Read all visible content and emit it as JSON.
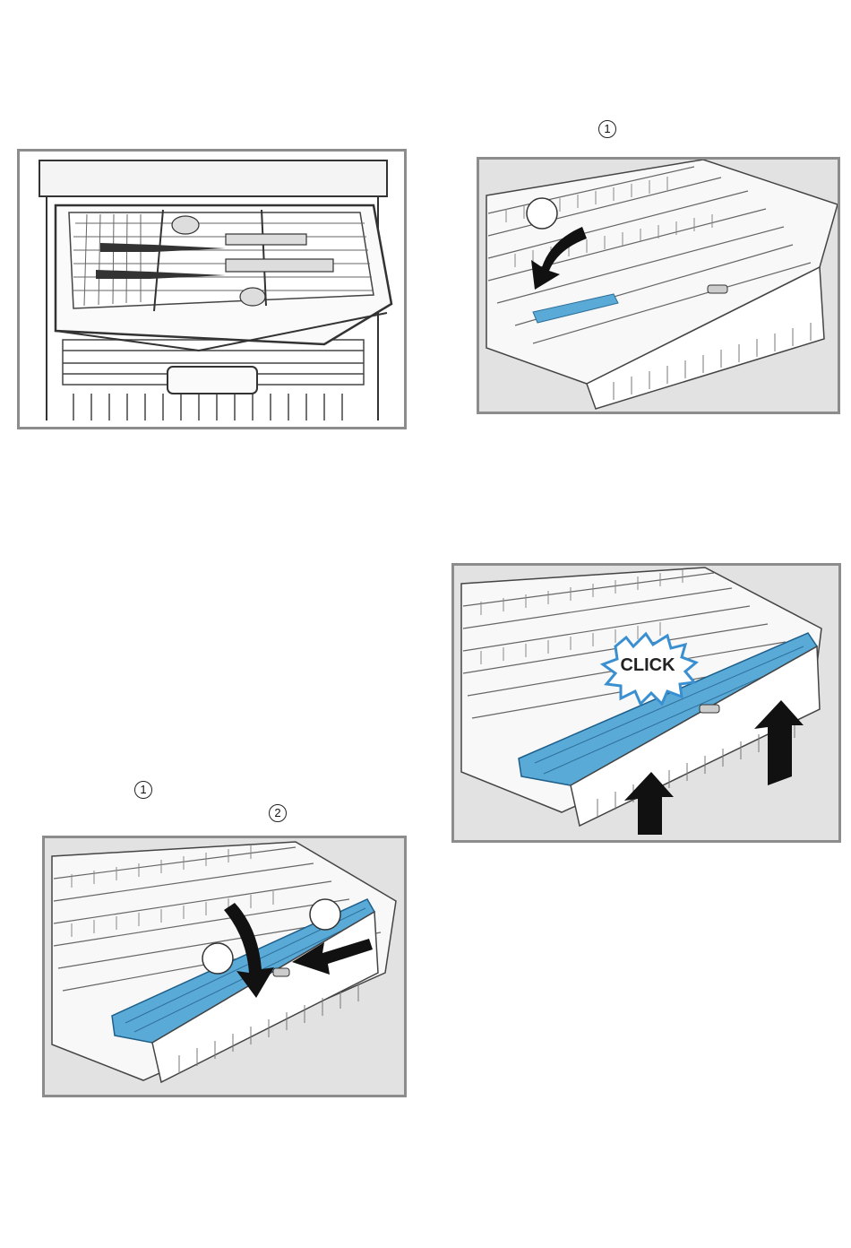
{
  "markers": {
    "top_right": "1",
    "bottom_left_first": "1",
    "bottom_left_second": "2"
  },
  "callout": {
    "click_text": "CLICK"
  },
  "colors": {
    "panel_border": "#8c8c8c",
    "panel_bg": "#e2e2e2",
    "line_art": "#333333",
    "highlight_blue": "#5aaad8",
    "arrow_black": "#111111"
  },
  "icons": [
    "arrow-down-icon",
    "arrow-left-icon",
    "arrow-up-icon",
    "click-burst-icon"
  ]
}
